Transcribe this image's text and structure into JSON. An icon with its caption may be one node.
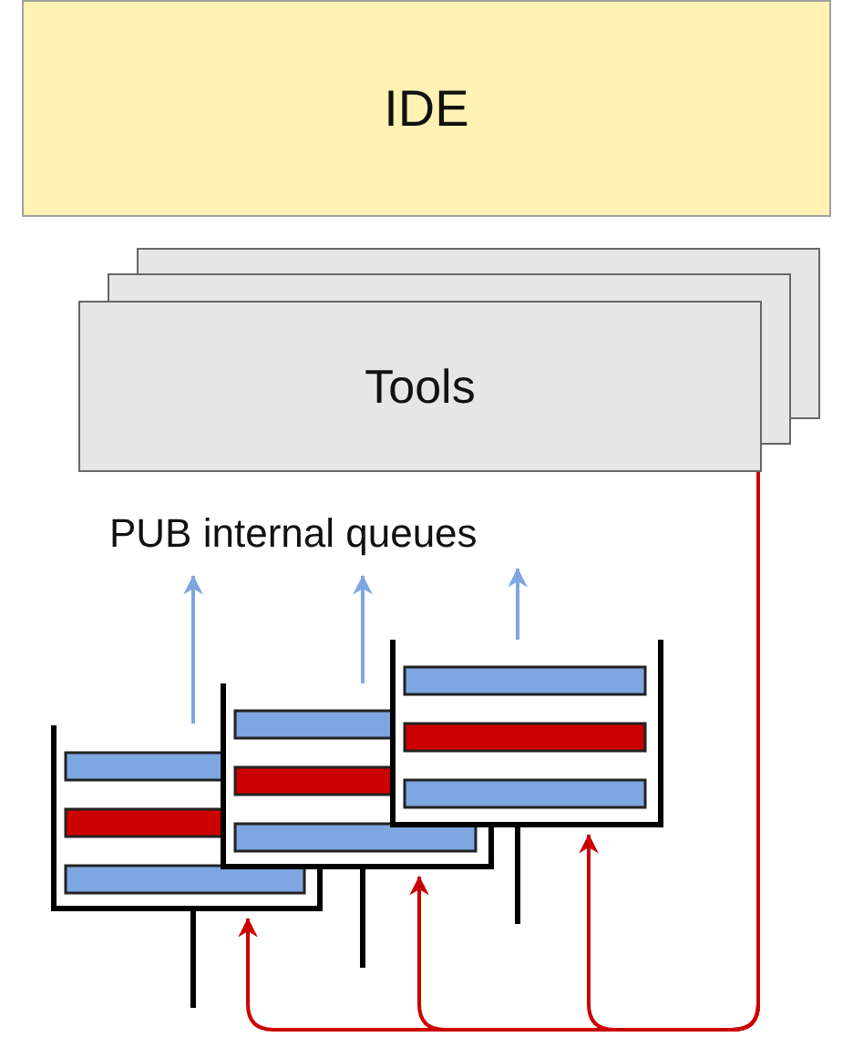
{
  "diagram": {
    "nodes": [
      {
        "text": [
          "IDE"
        ]
      },
      {
        "text": [
          "Tools"
        ]
      },
      {
        "text": [
          "PUB internal queues"
        ]
      },
      {
        "text": [],
        "shape": "box"
      },
      {
        "text": [],
        "shape": "box"
      },
      {
        "text": [],
        "shape": "box"
      }
    ],
    "edges": [
      {
        "from": 3,
        "to": 2,
        "arrow": "to",
        "color": "#7ea6e0"
      },
      {
        "from": 4,
        "to": 2,
        "arrow": "to",
        "color": "#7ea6e0"
      },
      {
        "from": 5,
        "to": 2,
        "arrow": "to",
        "color": "#7ea6e0"
      },
      {
        "from": 1,
        "to": 3,
        "arrow": "to",
        "color": "#cc0000"
      },
      {
        "from": 1,
        "to": 4,
        "arrow": "to",
        "color": "#cc0000"
      },
      {
        "from": 1,
        "to": 5,
        "arrow": "to",
        "color": "#cc0000"
      }
    ]
  }
}
